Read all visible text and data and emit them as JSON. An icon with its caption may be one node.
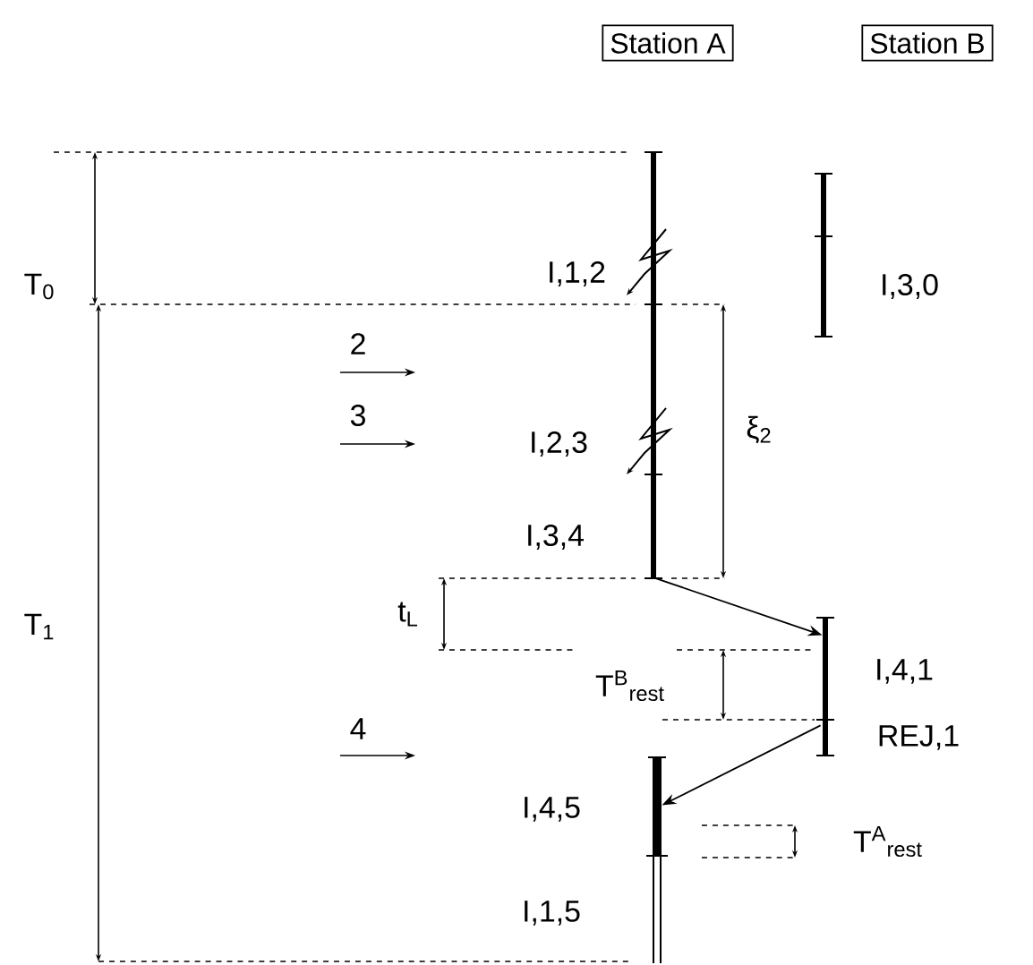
{
  "diagram": {
    "nodes": [
      {
        "text": [
          "Station A"
        ]
      },
      {
        "text": [
          "Station B"
        ]
      },
      {
        "text": [],
        "shape": "bar",
        "beside": [
          "I,1,2",
          "I,2,3",
          "I,3,4"
        ]
      },
      {
        "text": [],
        "shape": "bar",
        "beside": [
          "I,3,0"
        ]
      },
      {
        "text": [],
        "shape": "bar",
        "beside": [
          "I,4,1",
          "REJ,1"
        ]
      },
      {
        "text": [],
        "shape": "bar",
        "beside": [
          "I,4,5",
          "I,1,5"
        ]
      }
    ],
    "edges": [
      {
        "from": 2,
        "to": 4,
        "arrow": "to"
      },
      {
        "from": 4,
        "to": 5,
        "arrow": "to"
      }
    ],
    "labels": [
      "T$_{0}$",
      "2",
      "3",
      "ξ$_{2}$",
      "T$_{1}$",
      "t$_{L}$",
      "T$^{B}$$_{rest}$",
      "4",
      "T$^{A}$$_{rest}$"
    ]
  }
}
